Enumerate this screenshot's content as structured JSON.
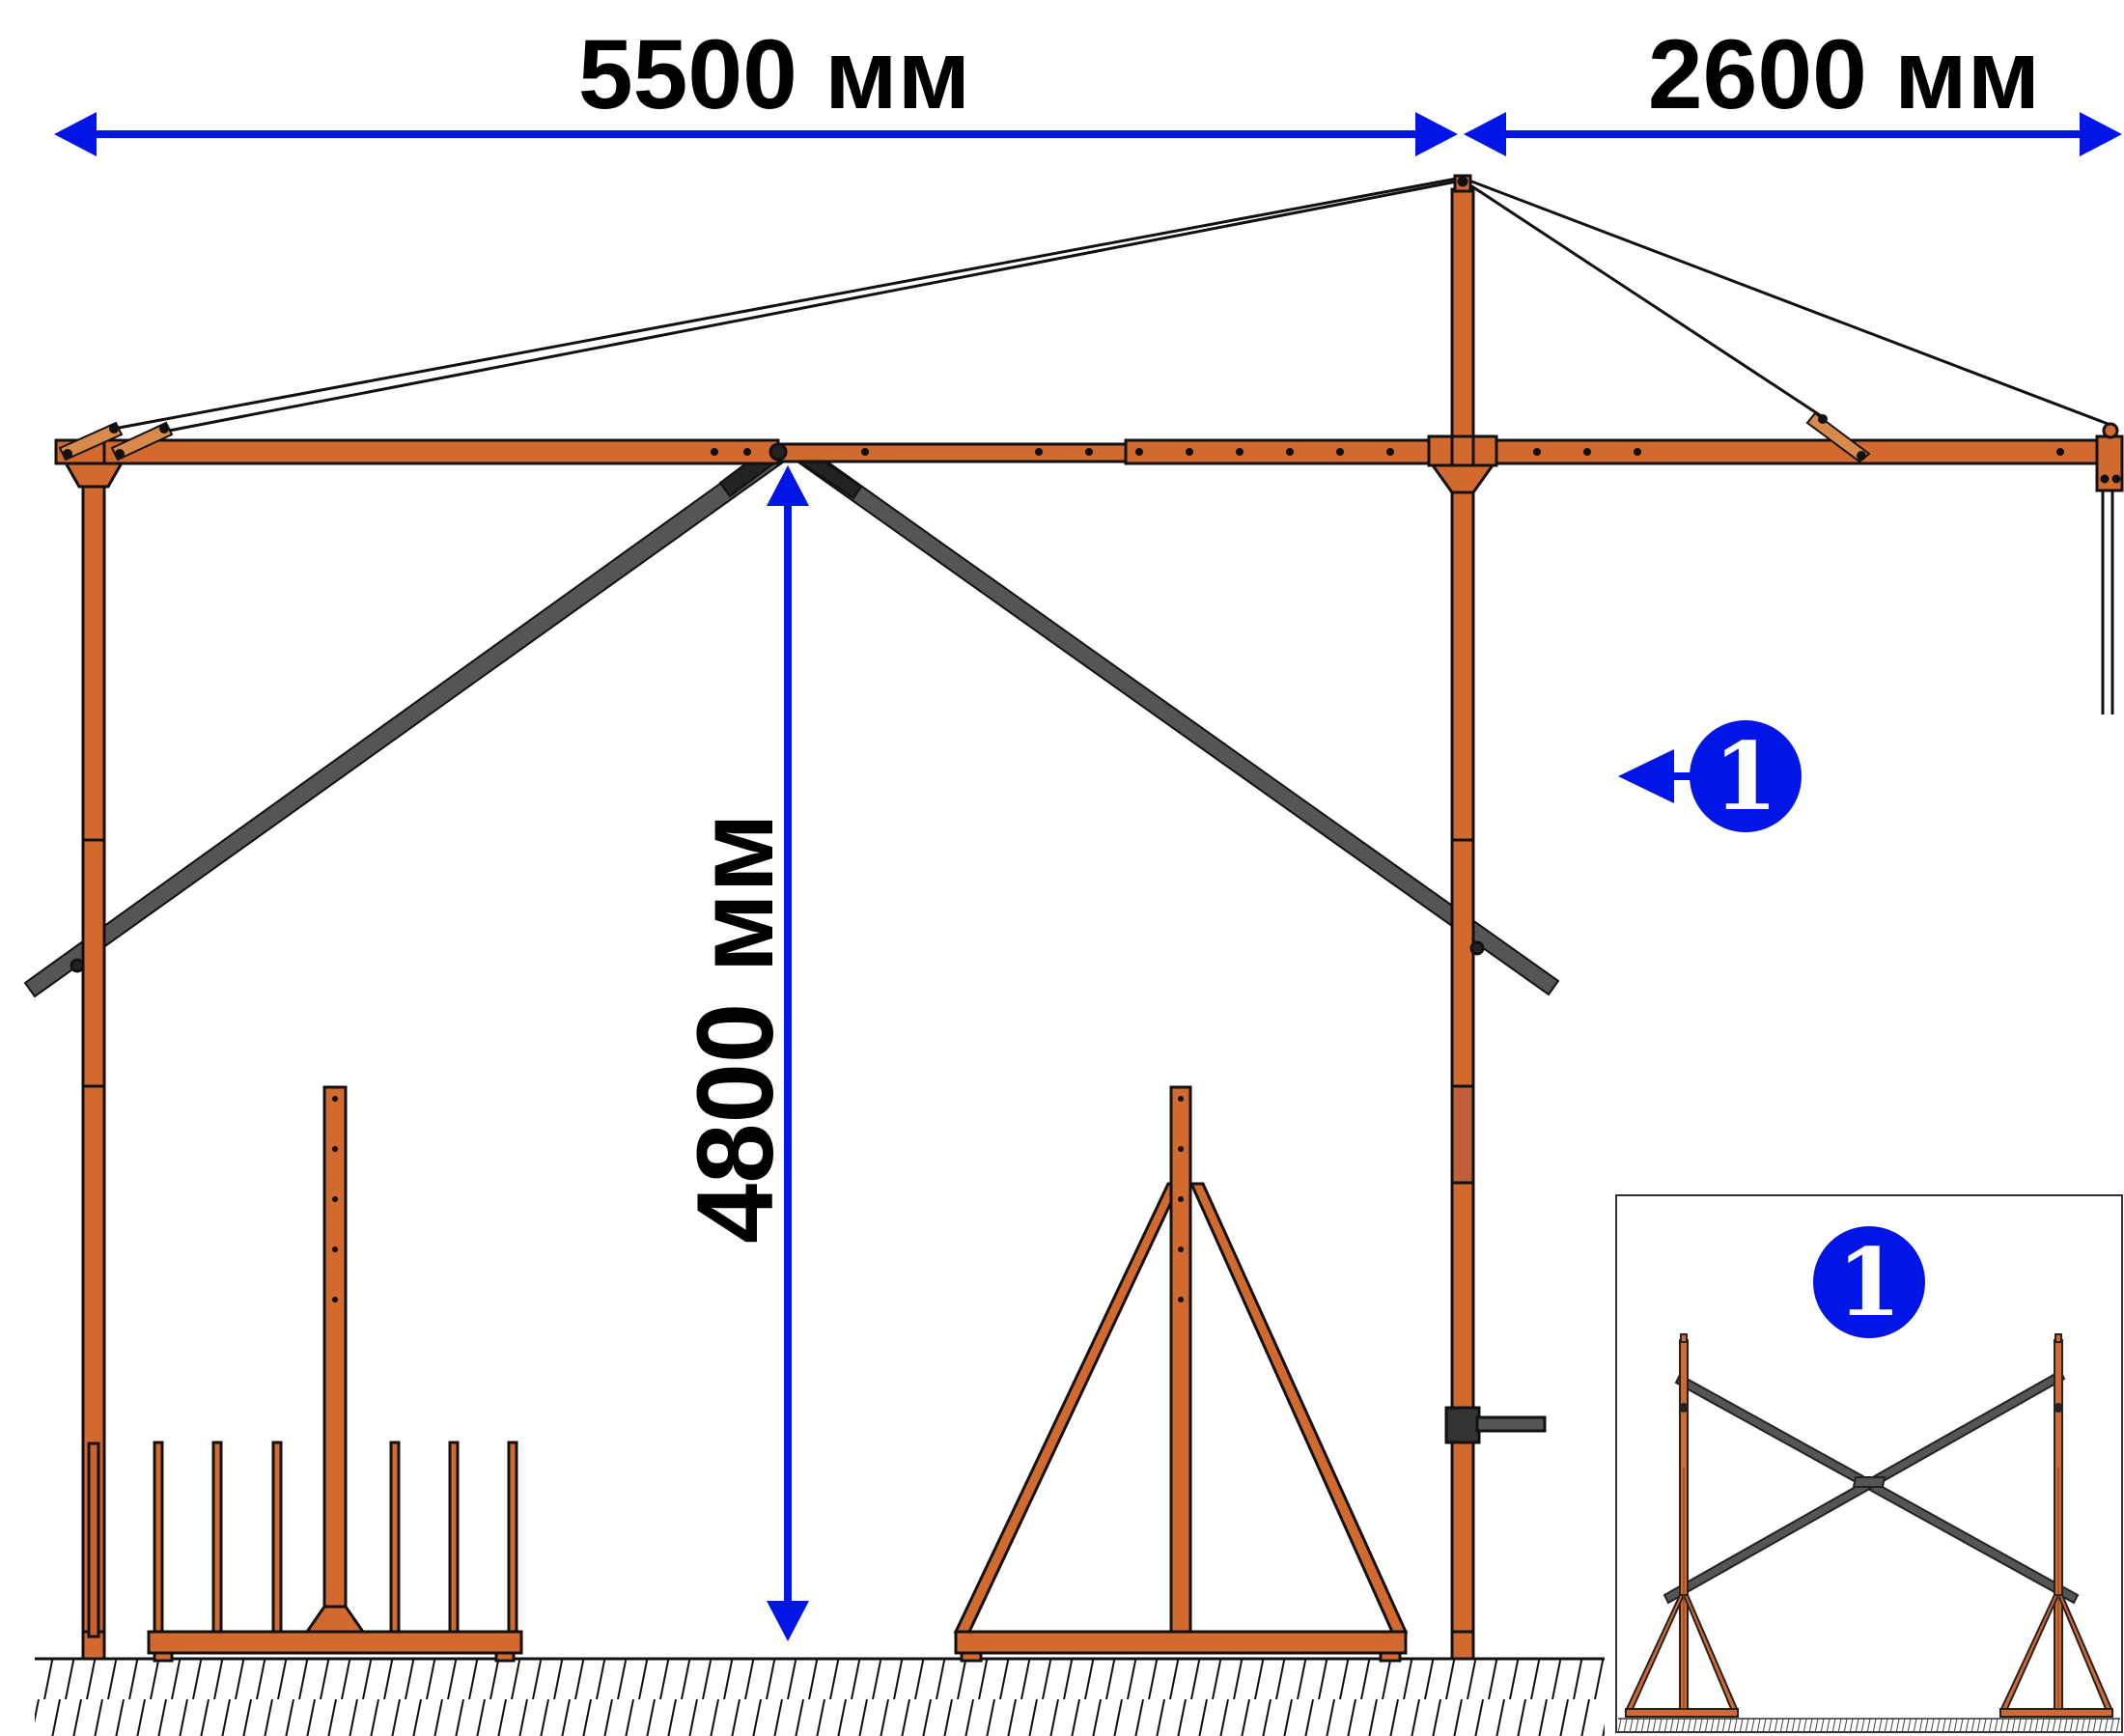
{
  "dimensions": {
    "span_left": "5500 мм",
    "span_right": "2600 мм",
    "height": "4800 мм"
  },
  "callout": {
    "number": "1"
  },
  "inset": {
    "number": "1"
  },
  "colors": {
    "steel_orange": "#d2692e",
    "dimension_blue": "#0015e6",
    "brace_gray": "#4a4a4a",
    "outline": "#1a1a1a"
  }
}
